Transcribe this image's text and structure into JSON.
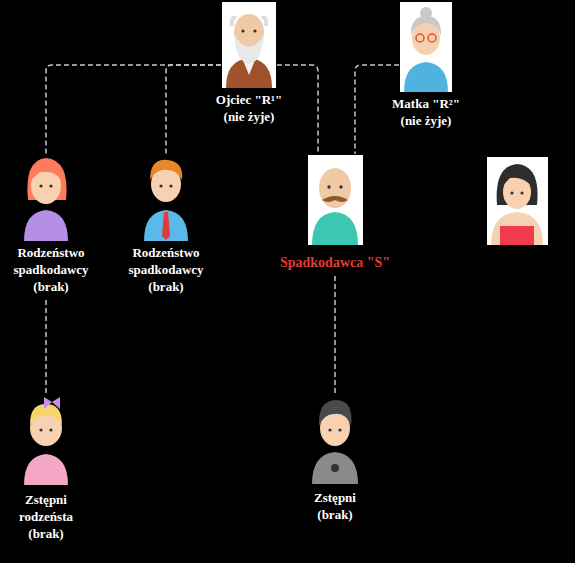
{
  "diagram": {
    "nodes": [
      {
        "text": [
          "Ojciec \"R¹\" (nie żyje)"
        ]
      },
      {
        "text": [
          "Matka \"R²\" (nie żyje)"
        ]
      },
      {
        "text": [
          "Rodzeństwo spadkodawcy (brak)"
        ]
      },
      {
        "text": [
          "Rodzeństwo spadkodawcy (brak)"
        ]
      },
      {
        "text": [
          "Spadkodawca  \"S\""
        ]
      },
      {
        "text": [
          "Zstępni rodzeństa (brak)"
        ]
      },
      {
        "text": [
          "Zstępni (brak)"
        ]
      }
    ],
    "edges": [
      {
        "from": 0,
        "to": 2,
        "arrow": "none"
      },
      {
        "from": 0,
        "to": 3,
        "arrow": "none"
      },
      {
        "from": 0,
        "to": 4,
        "arrow": "none"
      },
      {
        "from": 1,
        "to": 4,
        "arrow": "none"
      },
      {
        "from": 2,
        "to": 5,
        "arrow": "none"
      },
      {
        "from": 4,
        "to": 6,
        "arrow": "none"
      }
    ]
  }
}
